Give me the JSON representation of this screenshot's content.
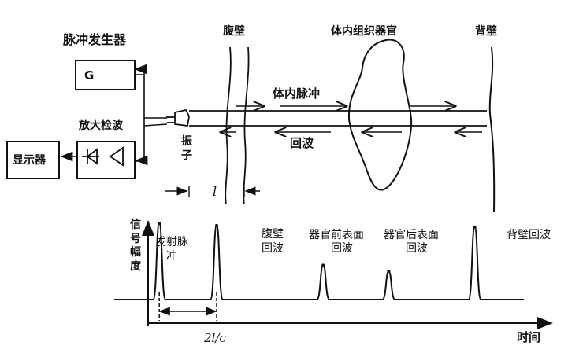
{
  "labels": {
    "pulse_generator": "脉冲发生器",
    "generator_symbol": "G",
    "amplifier_detector": "放大检波",
    "display": "显示器",
    "transducer": "振子",
    "abdominal_wall": "腹壁",
    "internal_organ": "体内组织器官",
    "back_wall": "背壁",
    "internal_pulse": "体内脉冲",
    "echo": "回波",
    "distance_symbol": "l",
    "signal_amplitude": "信号幅度",
    "transmit_pulse": "发射脉冲",
    "abdominal_echo": "腹壁回波",
    "organ_front_echo_line1": "器官前表面",
    "organ_front_echo_line2": "回波",
    "organ_back_echo_line1": "器官后表面",
    "organ_back_echo_line2": "回波",
    "back_wall_echo": "背壁回波",
    "time_interval": "2l/c",
    "time_axis": "时间"
  },
  "colors": {
    "ink": "#111111",
    "paper": "#ffffff"
  },
  "chart_data": {
    "type": "line",
    "title": "",
    "xlabel": "时间",
    "ylabel": "信号幅度",
    "x_range": [
      0,
      100
    ],
    "y_range": [
      0,
      1
    ],
    "baseline": 0.0,
    "peaks": [
      {
        "name": "transmit-pulse",
        "label": "发射脉冲",
        "x": 11,
        "amplitude": 1.0
      },
      {
        "name": "abdominal-wall-echo",
        "label": "腹壁回波",
        "x": 25,
        "amplitude": 0.97
      },
      {
        "name": "organ-front-echo",
        "label": "器官前表面回波",
        "x": 51,
        "amplitude": 0.45
      },
      {
        "name": "organ-back-echo",
        "label": "器官后表面回波",
        "x": 67,
        "amplitude": 0.37
      },
      {
        "name": "back-wall-echo",
        "label": "背壁回波",
        "x": 88,
        "amplitude": 0.95
      }
    ],
    "interval_marker": {
      "from": 11,
      "to": 25,
      "label": "2l/c"
    }
  }
}
